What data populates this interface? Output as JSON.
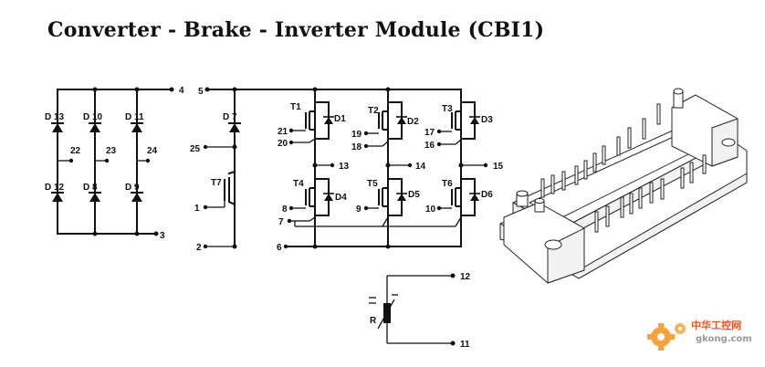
{
  "title": "Converter - Brake - Inverter Module (CBI1)",
  "converter": {
    "diodes": [
      "D 13",
      "D 10",
      "D 11",
      "D 12",
      "D 8",
      "D 9"
    ],
    "inputs": [
      "22",
      "23",
      "24"
    ],
    "pos_terminal": "4",
    "neg_terminal": "3"
  },
  "brake": {
    "diode": "D 7",
    "transistor": "T7",
    "pins": [
      "5",
      "25",
      "1",
      "2"
    ]
  },
  "inverter": {
    "transistors": [
      "T1",
      "T2",
      "T3",
      "T4",
      "T5",
      "T6"
    ],
    "diodes": [
      "D1",
      "D2",
      "D3",
      "D4",
      "D5",
      "D6"
    ],
    "gate_pins": [
      "21",
      "20",
      "19",
      "18",
      "17",
      "16",
      "8",
      "9",
      "10",
      "7"
    ],
    "outputs": [
      "13",
      "14",
      "15"
    ],
    "neg_terminal": "6"
  },
  "thermistor": {
    "label": "R",
    "pins": [
      "12",
      "11"
    ]
  },
  "watermark": {
    "brand": "中华工控网",
    "url": "gkong.com"
  }
}
